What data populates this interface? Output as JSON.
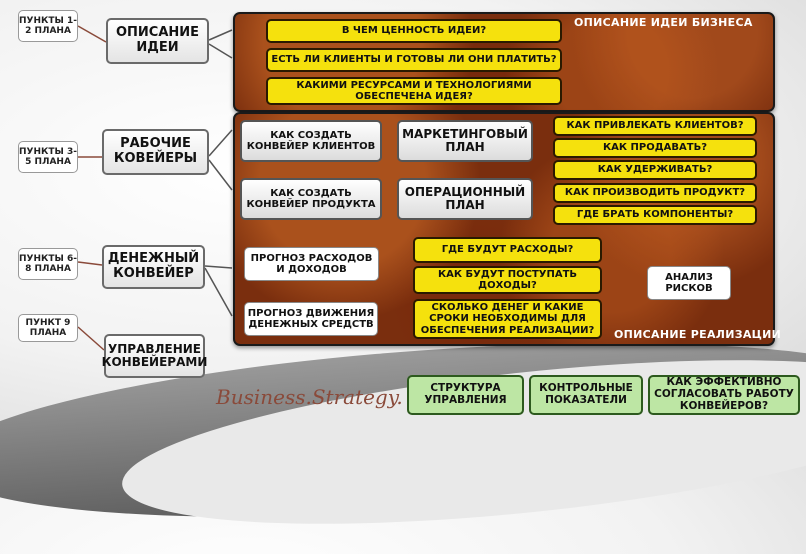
{
  "colors": {
    "panel": "#7a2e0e",
    "yellow": "#f5e10d",
    "green": "#bde6a4",
    "white": "#ffffff"
  },
  "top_panel": {
    "title": "ОПИСАНИЕ ИДЕИ БИЗНЕСА",
    "questions": [
      "В ЧЕМ ЦЕННОСТЬ ИДЕИ?",
      "ЕСТЬ ЛИ КЛИЕНТЫ И ГОТОВЫ ЛИ ОНИ ПЛАТИТЬ?",
      "КАКИМИ РЕСУРСАМИ И ТЕХНОЛОГИЯМИ ОБЕСПЕЧЕНА ИДЕЯ?"
    ]
  },
  "bottom_panel": {
    "title": "ОПИСАНИЕ РЕАЛИЗАЦИИ",
    "client_conveyor": "КАК СОЗДАТЬ КОНВЕЙЕР КЛИЕНТОВ",
    "marketing_plan": "МАРКЕТИНГОВЫЙ ПЛАН",
    "marketing_questions": [
      "КАК ПРИВЛЕКАТЬ КЛИЕНТОВ?",
      "КАК ПРОДАВАТЬ?",
      "КАК УДЕРЖИВАТЬ?"
    ],
    "product_conveyor": "КАК СОЗДАТЬ КОНВЕЙЕР ПРОДУКТА",
    "operational_plan": "ОПЕРАЦИОННЫЙ ПЛАН",
    "operational_questions": [
      "КАК ПРОИЗВОДИТЬ ПРОДУКТ?",
      "ГДЕ БРАТЬ КОМПОНЕНТЫ?"
    ],
    "forecast": "ПРОГНОЗ РАСХОДОВ И ДОХОДОВ",
    "forecast_questions": [
      "ГДЕ БУДУТ РАСХОДЫ?",
      "КАК БУДУТ ПОСТУПАТЬ ДОХОДЫ?"
    ],
    "cashflow": "ПРОГНОЗ ДВИЖЕНИЯ ДЕНЕЖНЫХ СРЕДСТВ",
    "cashflow_question": "СКОЛЬКО ДЕНЕГ И КАКИЕ СРОКИ НЕОБХОДИМЫ ДЛЯ ОБЕСПЕЧЕНИЯ РЕАЛИЗАЦИИ?",
    "risk": "АНАЛИЗ РИСКОВ"
  },
  "sections": [
    {
      "points": "ПУНКТЫ 1-2 ПЛАНА",
      "title": "ОПИСАНИЕ ИДЕИ"
    },
    {
      "points": "ПУНКТЫ 3-5 ПЛАНА",
      "title": "РАБОЧИЕ КОВЕЙЕРЫ"
    },
    {
      "points": "ПУНКТЫ 6-8 ПЛАНА",
      "title": "ДЕНЕЖНЫЙ КОНВЕЙЕР"
    },
    {
      "points": "ПУНКТ 9 ПЛАНА",
      "title": "УПРАВЛЕНИЕ КОНВЕЙЕРАМИ"
    }
  ],
  "management": [
    "СТРУКТУРА УПРАВЛЕНИЯ",
    "КОНТРОЛЬНЫЕ ПОКАЗАТЕЛИ",
    "КАК ЭФФЕКТИВНО СОГЛАСОВАТЬ РАБОТУ КОНВЕЙЕРОВ?"
  ],
  "brand": "Business.Strategy."
}
